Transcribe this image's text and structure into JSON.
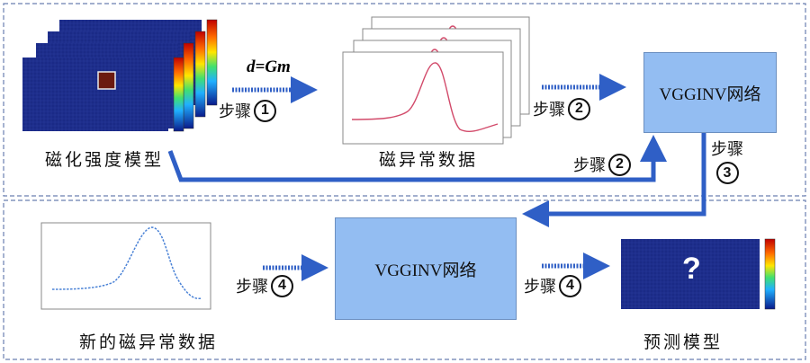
{
  "labels": {
    "magnetization_model": "磁化强度模型",
    "magnetic_data": "磁异常数据",
    "new_magnetic_data": "新的磁异常数据",
    "predicted_model": "预测模型"
  },
  "equation": "d=Gm",
  "network_label": "VGGINV网络",
  "step_word": "步骤",
  "step_numbers": {
    "one": "1",
    "two": "2",
    "three": "3",
    "four": "4"
  },
  "unknown_mark": "?",
  "colors": {
    "model_background": "#1a2a86",
    "anomaly_block": "#6b1a10",
    "network_box": "#93bdf2",
    "arrow": "#2f5fc6",
    "curve_red": "#d24a6a",
    "curve_blue": "#4a82d6",
    "panel_border": "#6a7fb0"
  }
}
